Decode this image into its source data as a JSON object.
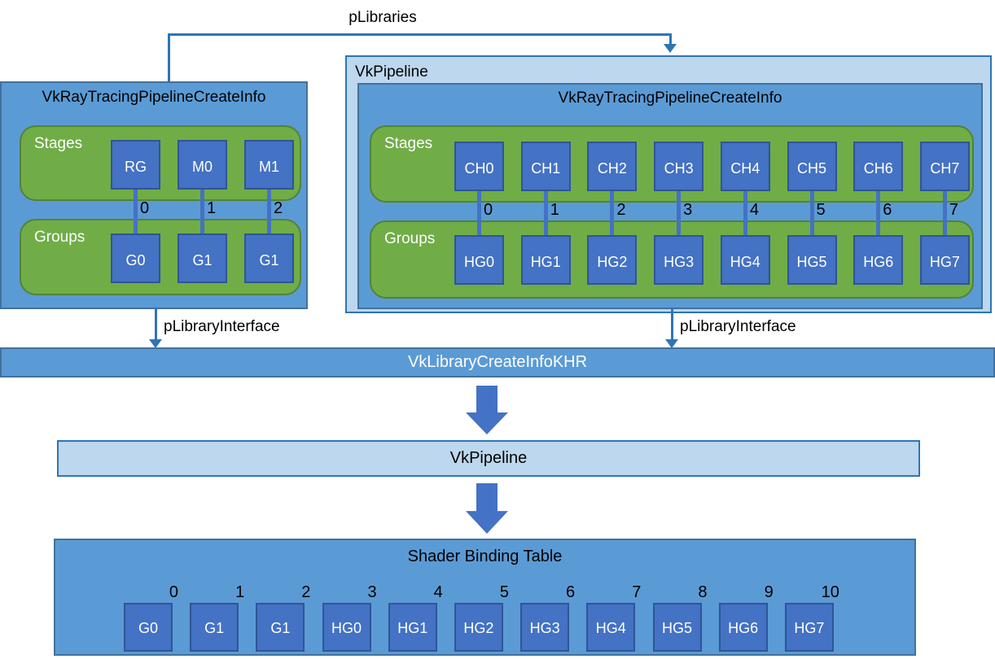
{
  "colors": {
    "box_blue": "#5b9bd5",
    "box_blue_border": "#41719c",
    "light_blue": "#bdd7ee",
    "light_blue_border": "#2e75b6",
    "green": "#70ad47",
    "green_border": "#548235",
    "square_blue": "#4472c4",
    "square_border": "#2f5597",
    "arrow_blue": "#4472c4",
    "connector": "#2e75b6"
  },
  "top_arrow": {
    "label": "pLibraries"
  },
  "left_box": {
    "title": "VkRayTracingPipelineCreateInfo",
    "stages_label": "Stages",
    "groups_label": "Groups",
    "columns": [
      {
        "stage": "RG",
        "index": "0",
        "group": "G0"
      },
      {
        "stage": "M0",
        "index": "1",
        "group": "G1"
      },
      {
        "stage": "M1",
        "index": "2",
        "group": "G1"
      }
    ],
    "interface_label": "pLibraryInterface"
  },
  "right_box": {
    "title": "VkPipeline",
    "inner_title": "VkRayTracingPipelineCreateInfo",
    "stages_label": "Stages",
    "groups_label": "Groups",
    "columns": [
      {
        "stage": "CH0",
        "index": "0",
        "group": "HG0"
      },
      {
        "stage": "CH1",
        "index": "1",
        "group": "HG1"
      },
      {
        "stage": "CH2",
        "index": "2",
        "group": "HG2"
      },
      {
        "stage": "CH3",
        "index": "3",
        "group": "HG3"
      },
      {
        "stage": "CH4",
        "index": "4",
        "group": "HG4"
      },
      {
        "stage": "CH5",
        "index": "5",
        "group": "HG5"
      },
      {
        "stage": "CH6",
        "index": "6",
        "group": "HG6"
      },
      {
        "stage": "CH7",
        "index": "7",
        "group": "HG7"
      }
    ],
    "interface_label": "pLibraryInterface"
  },
  "library_bar": {
    "title": "VkLibraryCreateInfoKHR"
  },
  "pipeline_bar": {
    "title": "VkPipeline"
  },
  "sbt": {
    "title": "Shader Binding Table",
    "entries": [
      {
        "index": "0",
        "label": "G0"
      },
      {
        "index": "1",
        "label": "G1"
      },
      {
        "index": "2",
        "label": "G1"
      },
      {
        "index": "3",
        "label": "HG0"
      },
      {
        "index": "4",
        "label": "HG1"
      },
      {
        "index": "5",
        "label": "HG2"
      },
      {
        "index": "6",
        "label": "HG3"
      },
      {
        "index": "7",
        "label": "HG4"
      },
      {
        "index": "8",
        "label": "HG5"
      },
      {
        "index": "9",
        "label": "HG6"
      },
      {
        "index": "10",
        "label": "HG7"
      }
    ]
  }
}
